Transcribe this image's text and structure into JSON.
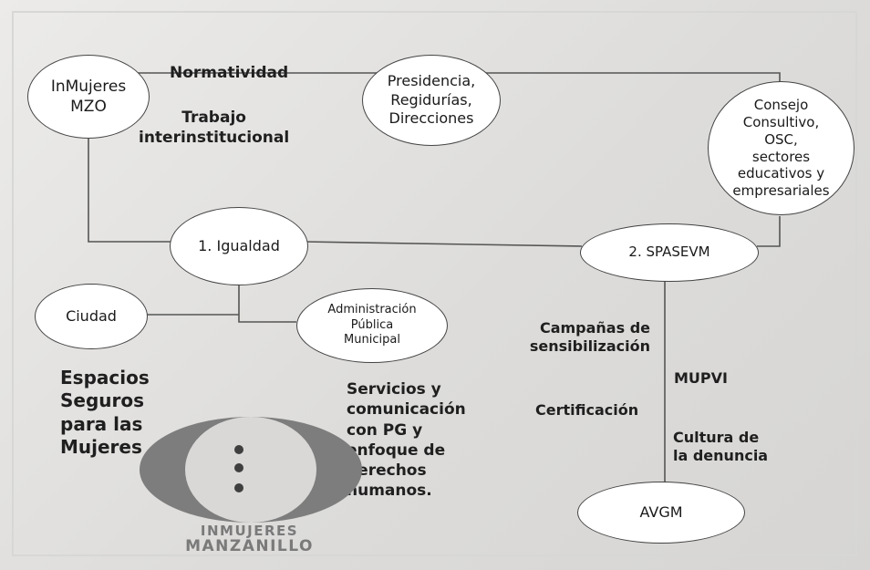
{
  "nodes": {
    "inmujeres_mzo": "InMujeres\nMZO",
    "presidencia": "Presidencia,\nRegidurías,\nDirecciones",
    "consejo": "Consejo\nConsultivo,\nOSC,\nsectores\neducativos y\nempresariales",
    "igualdad": "1. Igualdad",
    "spasevm": "2. SPASEVM",
    "ciudad": "Ciudad",
    "administracion": "Administración\nPública\nMunicipal",
    "avgm": "AVGM"
  },
  "labels": {
    "normatividad": "Normatividad",
    "trabajo": "Trabajo\ninterinstitucional",
    "espacios": "Espacios\nSeguros\npara las\nMujeres",
    "servicios": "Servicios y\ncomunicación\ncon PG y\nenfoque de\nderechos\nhumanos.",
    "campanas": "Campañas de\nsensibilización",
    "certificacion": "Certificación",
    "mupvi": "MUPVI",
    "cultura": "Cultura de\nla denuncia"
  },
  "logo": {
    "line1": "INMUJERES",
    "line2": "MANZANILLO"
  },
  "colors": {
    "background": "#e4e3e1",
    "node_fill": "#ffffff",
    "line": "#555555",
    "logo": "#7d7d7d"
  }
}
